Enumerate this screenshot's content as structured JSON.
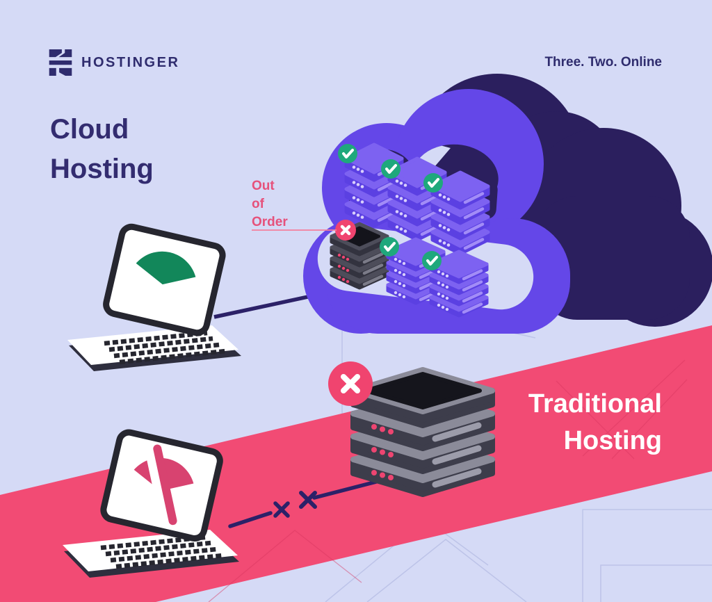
{
  "brand": {
    "logo_text": "HOSTINGER",
    "tagline": "Three. Two. Online"
  },
  "cloud_section": {
    "title_line1": "Cloud",
    "title_line2": "Hosting",
    "status_line1": "Out",
    "status_line2": "of",
    "status_line3": "Order",
    "servers_ok_count": 5,
    "servers_down_count": 1
  },
  "traditional_section": {
    "title_line1": "Traditional",
    "title_line2": "Hosting",
    "servers_down_count": 1
  },
  "icons": {
    "logo": "hostinger-h-logo",
    "healthy_badge": "check-icon",
    "failed_badge": "cross-icon",
    "connected": "wifi-connected-icon",
    "disconnected": "wifi-off-icon"
  },
  "colors": {
    "background": "#d5daf6",
    "brand_navy": "#2f2c6e",
    "cloud_back_navy": "#2b1f5e",
    "cloud_front_purple": "#6447e8",
    "server_purple": "#5b40e2",
    "server_purple_top": "#7d62f1",
    "success_green": "#1fa87c",
    "error_pink": "#f0446f",
    "band_pink": "#f24b74",
    "status_text_pink": "#e6517b",
    "connection_navy": "#2c2168",
    "white": "#ffffff"
  }
}
